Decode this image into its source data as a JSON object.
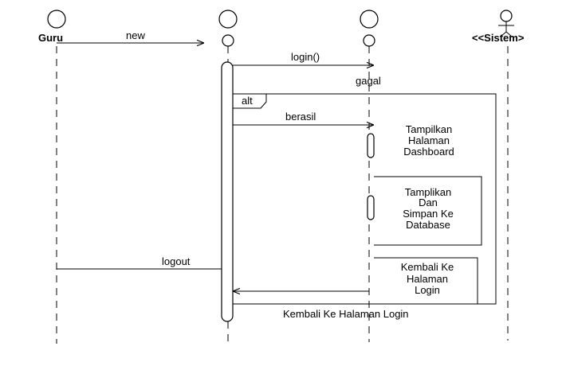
{
  "lifelines": {
    "guru": "Guru",
    "sistem": "<<Sistem>"
  },
  "messages": {
    "new": "new",
    "login": "login()",
    "gagal": "gagal",
    "berasil": "berasil",
    "logout": "logout",
    "kembali_login": "Kembali Ke Halaman Login"
  },
  "fragment": {
    "operator": "alt"
  },
  "notes": {
    "dashboard": [
      "Tampilkan",
      "Halaman",
      "Dashboard"
    ],
    "simpan": [
      "Tamplikan",
      "Dan",
      "Simpan Ke",
      "Database"
    ],
    "kembali": [
      "Kembali Ke",
      "Halaman",
      "Login"
    ]
  }
}
